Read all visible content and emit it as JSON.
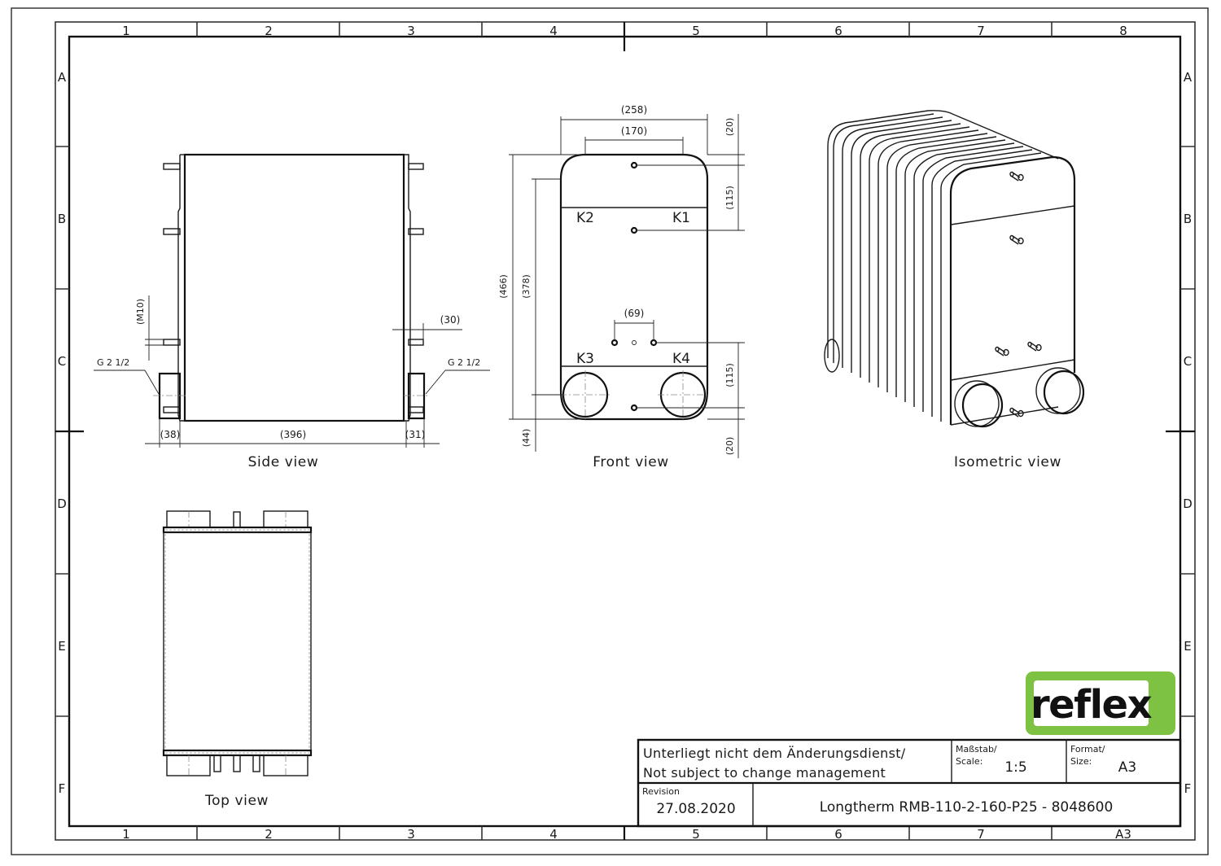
{
  "drawing": {
    "grid_columns_top": [
      "1",
      "2",
      "3",
      "4",
      "5",
      "6",
      "7",
      "8"
    ],
    "grid_columns_bottom": [
      "1",
      "2",
      "3",
      "4",
      "5",
      "6",
      "7",
      "A3"
    ],
    "grid_rows": [
      "A",
      "B",
      "C",
      "D",
      "E",
      "F"
    ]
  },
  "views": {
    "side": {
      "label": "Side view",
      "dims": {
        "left_offset": "(38)",
        "width": "(396)",
        "right_offset": "(31)",
        "stud_length": "(30)",
        "stud_thread": "(M10)"
      },
      "connection_left": "G 2 1/2",
      "connection_right": "G 2 1/2"
    },
    "front": {
      "label": "Front view",
      "dims": {
        "overall_width": "(258)",
        "port_spacing": "(170)",
        "overall_height": "(466)",
        "port_height": "(378)",
        "bottom_offset": "(44)",
        "top_margin": "(20)",
        "top_stud_spacing": "(115)",
        "bottom_stud_spacing": "(115)",
        "bottom_margin": "(20)",
        "foot_spacing": "(69)"
      },
      "ports": {
        "k1": "K1",
        "k2": "K2",
        "k3": "K3",
        "k4": "K4"
      }
    },
    "isometric": {
      "label": "Isometric view"
    },
    "top": {
      "label": "Top view"
    }
  },
  "title_block": {
    "logo": "reflex",
    "logo_color": "#7dc243",
    "notice_line1": "Unterliegt nicht dem Änderungsdienst/",
    "notice_line2": "Not subject to change management",
    "scale_label_de": "Maßstab/",
    "scale_label_en": "Scale:",
    "scale_value": "1:5",
    "size_label_de": "Format/",
    "size_label_en": "Size:",
    "size_value": "A3",
    "revision_label": "Revision",
    "revision_value": "27.08.2020",
    "product": "Longtherm RMB-110-2-160-P25 - 8048600"
  }
}
